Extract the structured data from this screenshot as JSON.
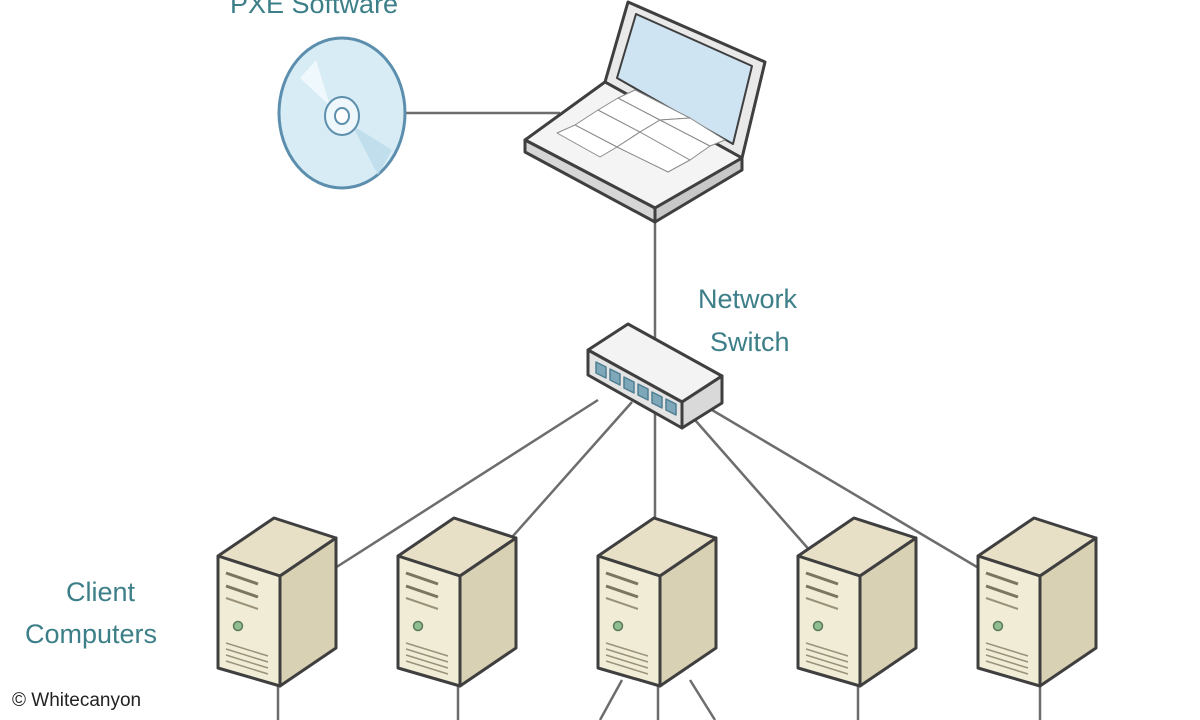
{
  "labels": {
    "software": "PXE Software",
    "switch_line1": "Network",
    "switch_line2": "Switch",
    "clients_line1": "Client",
    "clients_line2": "Computers"
  },
  "credit": "© Whitecanyon",
  "colors": {
    "label_text": "#3d7f89",
    "line": "#6d6d6d",
    "outline": "#3f3f3f",
    "tower_face": "#f1ecd6",
    "tower_side": "#d9d1b3",
    "tower_top": "#e7e0c6",
    "cd_disc": "#d7ecf5",
    "cd_rim": "#5c8fae",
    "screen": "#cfe4f3",
    "switch_body": "#f3f3f3",
    "switch_side": "#d9d9d9",
    "switch_ports": "#7ea8b9"
  },
  "icons": [
    "cd-icon",
    "laptop-icon",
    "network-switch-icon",
    "tower-computer-icon"
  ]
}
